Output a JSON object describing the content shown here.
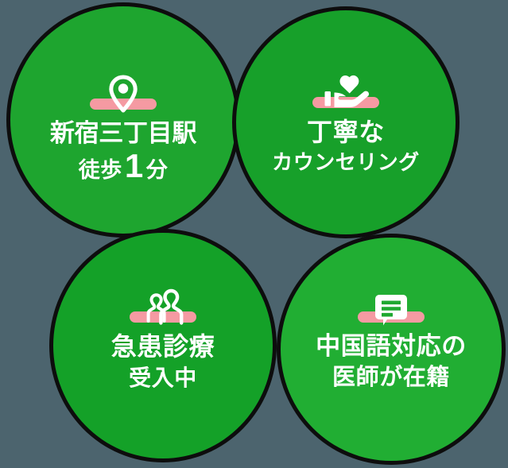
{
  "theme": {
    "background": "#4c646e",
    "outline": "#0d0d0d",
    "text": "#ffffff",
    "accent_pink": "#f59aa2",
    "green_1": "#1ea52f",
    "green_2": "#17a02a",
    "green_3": "#14a128",
    "green_4": "#21ae33"
  },
  "badges": [
    {
      "id": "station-access",
      "icon": "map-pin-icon",
      "line1": "新宿三丁目駅",
      "line2_pre": "徒歩",
      "line2_num": "1",
      "line2_post": "分"
    },
    {
      "id": "counseling",
      "icon": "heart-in-hand-icon",
      "line1": "丁寧な",
      "line2": "カウンセリング"
    },
    {
      "id": "emergency-care",
      "icon": "two-people-icon",
      "line1": "急患診療",
      "line2": "受入中"
    },
    {
      "id": "chinese-support",
      "icon": "speech-bubble-icon",
      "line1": "中国語対応の",
      "line2": "医師が在籍"
    }
  ]
}
